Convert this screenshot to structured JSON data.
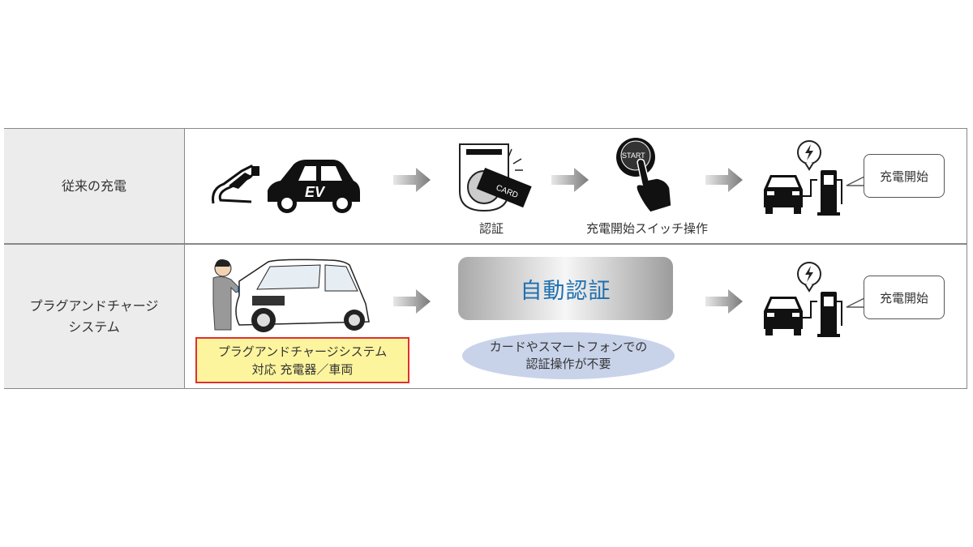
{
  "rows": [
    {
      "header": "従来の充電",
      "steps": {
        "auth_label": "認証",
        "switch_label": "充電開始スイッチ操作",
        "card_text": "CARD",
        "button_text": "START",
        "ev_text": "EV",
        "bubble": "充電開始"
      }
    },
    {
      "header_line1": "プラグアンドチャージ",
      "header_line2": "システム",
      "box_line1": "プラグアンドチャージシステム",
      "box_line2": "対応 充電器／車両",
      "auto_auth": "自動認証",
      "note_line1": "カードやスマートフォンでの",
      "note_line2": "認証操作が不要",
      "bubble": "充電開始"
    }
  ],
  "colors": {
    "accent_blue": "#1f6fb0",
    "box_yellow": "#fdf59e",
    "box_border": "#e03030",
    "note_bg": "#c8d3ea"
  }
}
